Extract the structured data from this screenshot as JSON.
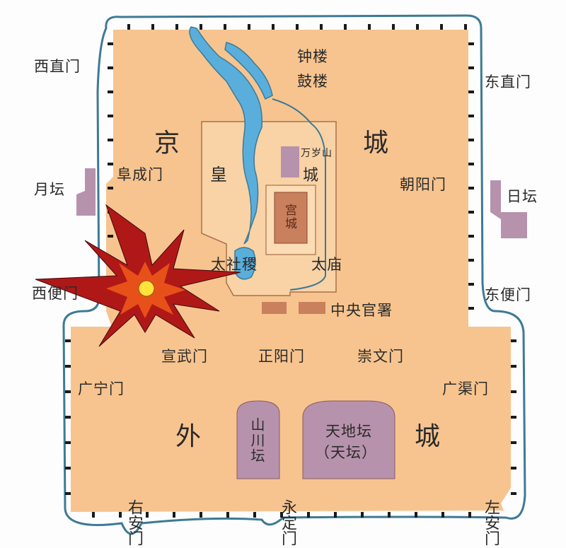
{
  "title": "京城 / 外城 map",
  "colors": {
    "city": "#f7c48f",
    "moat": "#3d7a94",
    "wall_tick": "#1a1a1a",
    "imperial_outline": "#a8724a",
    "lake": "#5aaedc",
    "palace": "#c9805c",
    "temple": "#b792ac",
    "explosion_outer": "#b01818",
    "explosion_mid": "#e8501a",
    "explosion_core": "#ffe23a"
  },
  "labels": {
    "inner_city_1": "京",
    "inner_city_2": "城",
    "outer_city_1": "外",
    "outer_city_2": "城",
    "imperial_city_1": "皇",
    "imperial_city_2": "城",
    "palace_city": "宫城",
    "wansui_shan": "万岁山",
    "bell_tower": "钟楼",
    "drum_tower": "鼓楼",
    "taisheji": "太社稷",
    "taimiao": "太庙",
    "central_offices": "中央官署",
    "yuetan": "月坛",
    "ritan": "日坛",
    "shanchuantan": "山川坛",
    "tianditan": "天地坛",
    "tiantan": "（天坛）"
  },
  "gates": {
    "xizhimen": "西直门",
    "dongzhimen": "东直门",
    "fuchengmen": "阜成门",
    "chaoyangmen": "朝阳门",
    "xibianmen": "西便门",
    "dongbianmen": "东便门",
    "xuanwumen": "宣武门",
    "zhengyangmen": "正阳门",
    "chongwenmen": "崇文门",
    "guangningmen": "广宁门",
    "guangqumen": "广渠门",
    "youanmen": "右安门",
    "yongdingmen": "永定门",
    "zuoanmen": "左安门"
  }
}
